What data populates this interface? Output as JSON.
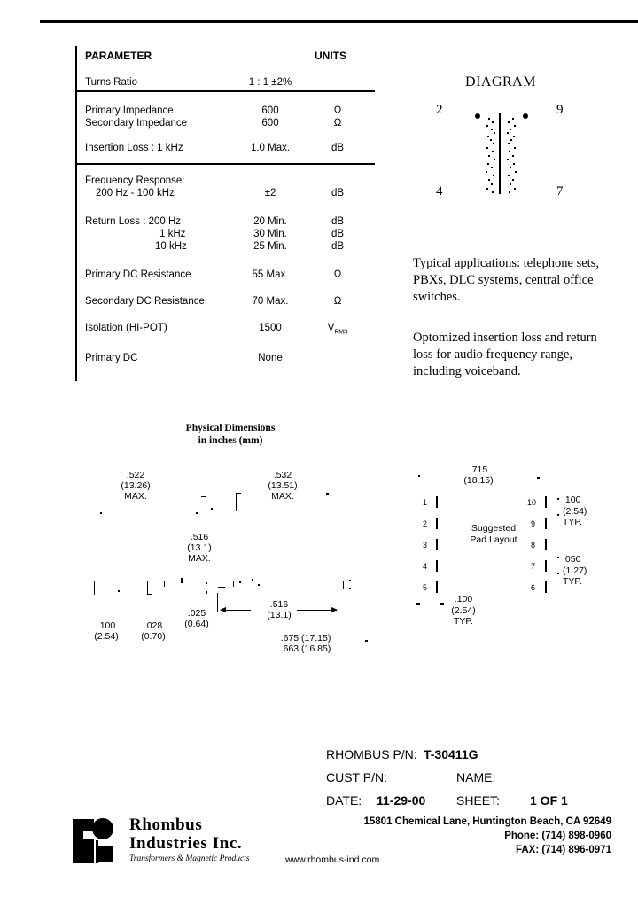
{
  "table": {
    "header": {
      "parameter": "PARAMETER",
      "units": "UNITS"
    },
    "rows": [
      {
        "param": "Turns Ratio",
        "value": "1 : 1  ±2%",
        "unit": ""
      },
      {
        "param": "Primary Impedance",
        "value": "600",
        "unit": "Ω"
      },
      {
        "param": "Secondary Impedance",
        "value": "600",
        "unit": "Ω"
      },
      {
        "param": "Insertion Loss :  1 kHz",
        "value": "1.0 Max.",
        "unit": "dB"
      },
      {
        "param": "Frequency Response:",
        "value": "",
        "unit": ""
      },
      {
        "param": "200 Hz - 100 kHz",
        "value": "±2",
        "unit": "dB"
      },
      {
        "param": "Return Loss :   200 Hz",
        "value": "20 Min.",
        "unit": "dB"
      },
      {
        "param": "1   kHz",
        "value": "30 Min.",
        "unit": "dB"
      },
      {
        "param": "10 kHz",
        "value": "25 Min.",
        "unit": "dB"
      },
      {
        "param": "Primary DC Resistance",
        "value": "55 Max.",
        "unit": "Ω"
      },
      {
        "param": "Secondary DC Resistance",
        "value": "70 Max.",
        "unit": "Ω"
      },
      {
        "param": "Isolation (HI-POT)",
        "value": "1500",
        "unit": "V"
      },
      {
        "param": "Primary DC",
        "value": "None",
        "unit": ""
      }
    ],
    "isolation_unit_subscript": "RMS"
  },
  "diagram": {
    "title": "DIAGRAM",
    "pins": {
      "top_left": "2",
      "top_right": "9",
      "bottom_left": "4",
      "bottom_right": "7"
    }
  },
  "notes": {
    "applications": "Typical applications: telephone sets, PBXs, DLC systems, central office switches.",
    "optimization": "Optomized insertion loss and return loss for audio frequency range, including voiceband."
  },
  "physical": {
    "title_line1": "Physical Dimensions",
    "title_line2": "in inches (mm)",
    "callouts": [
      {
        "id": "width-522",
        "text": ".522\n(13.26)\nMAX."
      },
      {
        "id": "width-532",
        "text": ".532\n(13.51)\nMAX."
      },
      {
        "id": "height-516",
        "text": ".516\n(13.1)\nMAX."
      },
      {
        "id": "pitch-100",
        "text": ".100\n(2.54)"
      },
      {
        "id": "lead-028",
        "text": ".028\n(0.70)"
      },
      {
        "id": "lead-025",
        "text": ".025\n(0.64)"
      },
      {
        "id": "span-516",
        "text": ".516\n(13.1)"
      },
      {
        "id": "len-675",
        "text": ".675 (17.15)"
      },
      {
        "id": "len-663",
        "text": ".663 (16.85)"
      }
    ]
  },
  "pad_layout": {
    "title": "Suggested\nPad Layout",
    "width_callout": ".715\n(18.15)",
    "left_pins": [
      "1",
      "2",
      "3",
      "4",
      "5"
    ],
    "right_pins": [
      "10",
      "9",
      "8",
      "7",
      "6"
    ],
    "pitch_right_top": ".100\n(2.54)\nTYP.",
    "pitch_right_bottom": ".050\n(1.27)\nTYP.",
    "pitch_bottom": ".100\n(2.54)\nTYP."
  },
  "title_block": {
    "pn_label": "RHOMBUS P/N:",
    "pn_value": "T-30411G",
    "cust_label": "CUST P/N:",
    "cust_value": "",
    "name_label": "NAME:",
    "name_value": "",
    "date_label": "DATE:",
    "date_value": "11-29-00",
    "sheet_label": "SHEET:",
    "sheet_value": "1  OF  1"
  },
  "footer": {
    "company_line1": "Rhombus",
    "company_line2": "Industries Inc.",
    "tagline": "Transformers & Magnetic Products",
    "address": "15801 Chemical Lane, Huntington Beach, CA 92649",
    "phone": "Phone:  (714) 898-0960",
    "fax": "FAX:  (714) 896-0971",
    "website": "www.rhombus-ind.com"
  }
}
